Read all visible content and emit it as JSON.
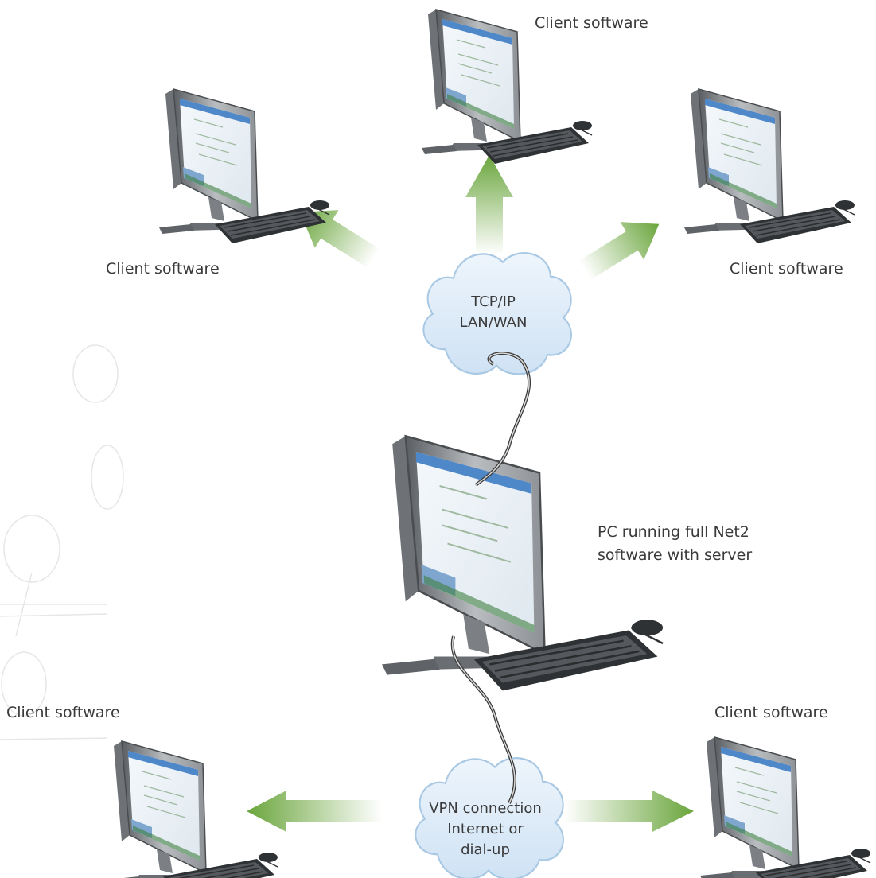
{
  "nodes": {
    "client_top": {
      "label": "Client software"
    },
    "client_top_left": {
      "label": "Client software"
    },
    "client_top_right": {
      "label": "Client software"
    },
    "client_bottom_left": {
      "label": "Client software"
    },
    "client_bottom_right": {
      "label": "Client software"
    },
    "server": {
      "lines": [
        "PC running full Net2",
        "software with server"
      ]
    }
  },
  "clouds": {
    "lan": {
      "lines": [
        "TCP/IP",
        "LAN/WAN"
      ]
    },
    "vpn": {
      "lines": [
        "VPN connection",
        "Internet or",
        "dial-up"
      ]
    }
  },
  "colors": {
    "arrow": "#6aa53c",
    "cloud_fill": "#dcebf8",
    "cloud_stroke": "#a8c8e4",
    "cable": "#3a3a3a",
    "text": "#3a3a3a"
  },
  "icons": [
    "desktop-computer-icon",
    "cloud-icon",
    "arrow-icon",
    "cable-icon"
  ]
}
